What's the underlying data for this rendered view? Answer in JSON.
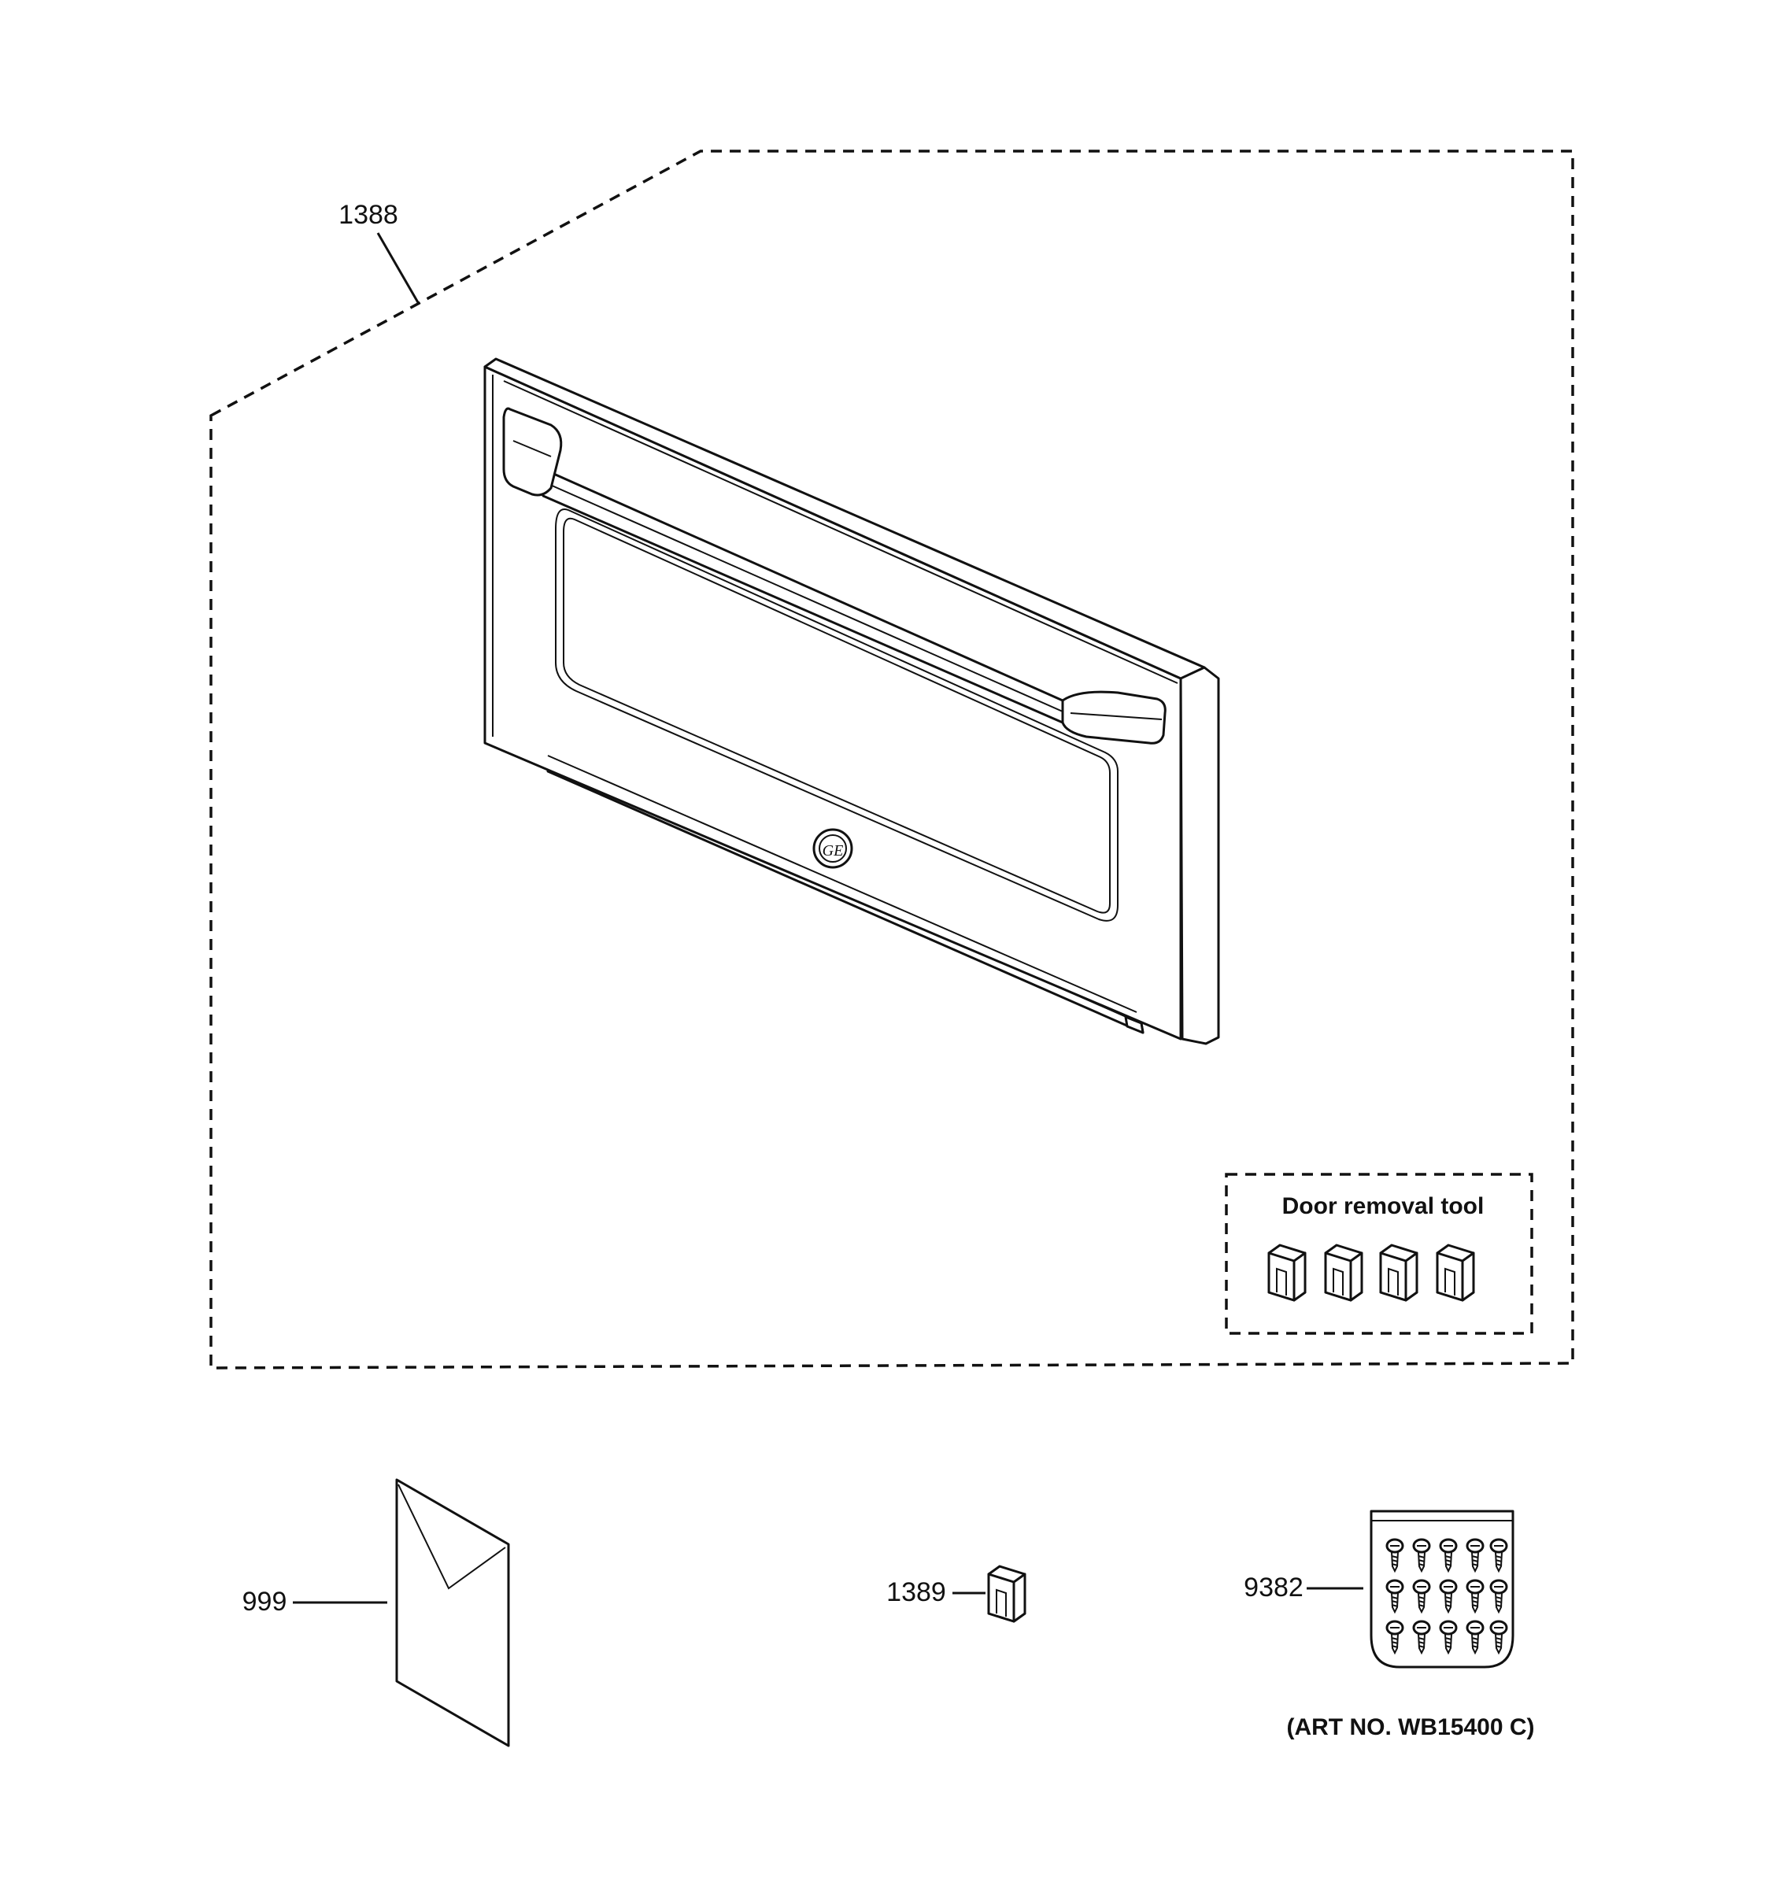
{
  "callouts": {
    "door_assembly": "1388",
    "literature": "999",
    "door_removal_tool_part": "1389",
    "screw_kit": "9382"
  },
  "door_removal_tool_label": "Door removal tool",
  "art_number": "(ART NO. WB15400 C)",
  "icons": {
    "oven_door": "oven-door-icon",
    "handle": "door-handle-icon",
    "logo": "ge-logo-icon",
    "removal_tool": "u-clip-icon",
    "envelope": "literature-envelope-icon",
    "screw_bag": "screw-bag-icon"
  }
}
